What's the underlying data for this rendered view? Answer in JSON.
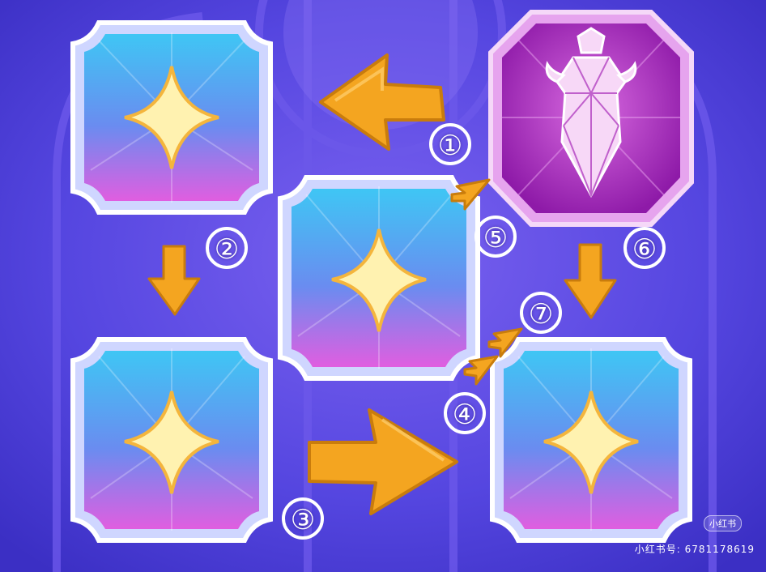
{
  "board": {
    "tiles": [
      {
        "id": "tile-1",
        "kind": "star"
      },
      {
        "id": "tile-2",
        "kind": "star"
      },
      {
        "id": "tile-3",
        "kind": "star"
      },
      {
        "id": "tile-4",
        "kind": "star"
      },
      {
        "id": "tile-5",
        "kind": "star"
      },
      {
        "id": "tile-6",
        "kind": "vase-relic"
      }
    ],
    "step_labels": [
      "①",
      "②",
      "③",
      "④",
      "⑤",
      "⑥",
      "⑦"
    ]
  },
  "watermark": {
    "badge": "小红书",
    "text": "小红书号: 6781178619"
  },
  "colors": {
    "background": "#4a3fd8",
    "arrow": "#f4a520",
    "star_tile_top": "#43b6f0",
    "star_tile_bottom": "#d85ae0",
    "relic_tile": "#b83ac8"
  }
}
